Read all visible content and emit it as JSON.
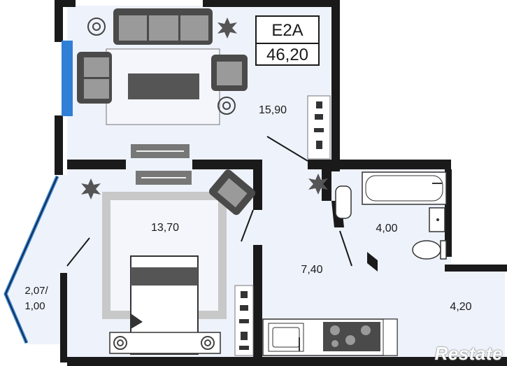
{
  "apartment": {
    "code": "E2A",
    "total_area": "46,20"
  },
  "rooms": {
    "living_room": "15,90",
    "bedroom": "13,70",
    "bathroom": "4,00",
    "hallway": "7,40",
    "kitchen": "4,20",
    "balcony_line1": "2,07/",
    "balcony_line2": "1,00"
  },
  "watermark": "Restate",
  "colors": {
    "wall": "#1a1a1a",
    "floor": "#eef2fb",
    "window": "#2f7fd6",
    "furniture": "#555555",
    "rug": "#c8c8c8"
  }
}
